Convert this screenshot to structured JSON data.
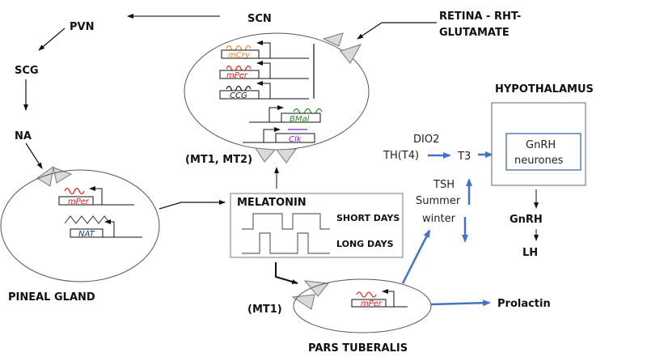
{
  "title": "Melatonin photoperiodic signalling pathway",
  "colors": {
    "mCry": "#e08a2c",
    "mPer": "#e02020",
    "CCG": "#111111",
    "BMal": "#2a8a2a",
    "Clk": "#7a22c8",
    "NAT": "#1f3f7a",
    "blue_arrow": "#4472c4",
    "receptor_fill": "#d9d9d9"
  },
  "nodes": {
    "scn": "SCN",
    "pvn": "PVN",
    "scg": "SCG",
    "na": "NA",
    "retina_line1": "RETINA - RHT-",
    "retina_line2": "GLUTAMATE",
    "mt1_mt2": "(MT1, MT2)",
    "pineal": "PINEAL GLAND",
    "melatonin": "MELATONIN",
    "short_days": "SHORT DAYS",
    "long_days": "LONG DAYS",
    "mt1": "(MT1)",
    "pars_tuberalis": "PARS TUBERALIS",
    "prolactin": "Prolactin",
    "hypothalamus": "HYPOTHALAMUS",
    "gnrh_neurones_line1": "GnRH",
    "gnrh_neurones_line2": "neurones",
    "gnrh": "GnRH",
    "lh": "LH",
    "dio2": "DIO2",
    "th_t4": "TH(T4)",
    "t3": "T3",
    "tsh": "TSH",
    "summer": "Summer",
    "winter": "winter"
  },
  "genes": {
    "scn": [
      "mCry",
      "mPer",
      "CCG",
      "BMal",
      "Clk"
    ],
    "pineal": [
      "mPer",
      "NAT"
    ],
    "pars_tuberalis": [
      "mPer"
    ]
  }
}
